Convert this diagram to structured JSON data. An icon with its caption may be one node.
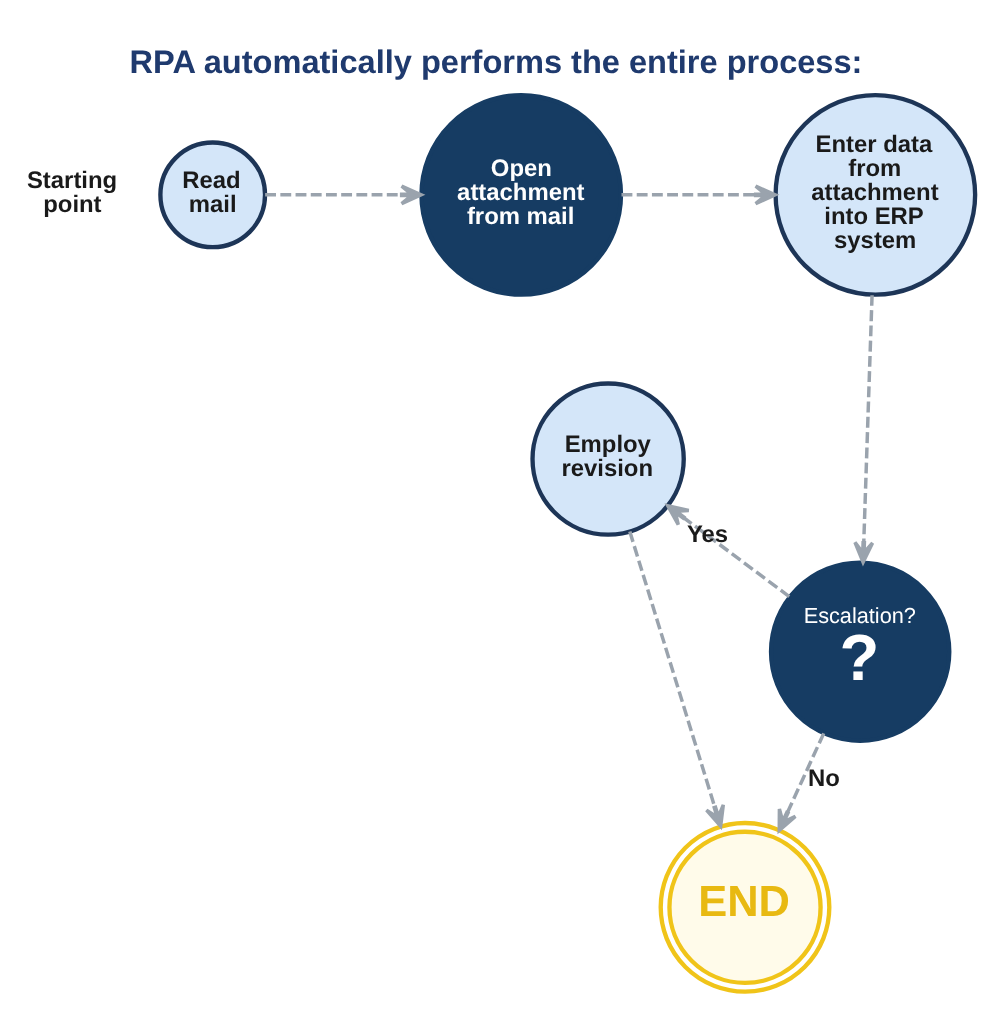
{
  "diagram": {
    "title": "RPA automatically performs the entire process:",
    "nodes": [
      {
        "text": [
          "Read mail"
        ],
        "beside": [
          "Starting point"
        ]
      },
      {
        "text": [
          "Open attachment from mail"
        ]
      },
      {
        "text": [
          "Enter data from attachment into ERP system"
        ]
      },
      {
        "text": [
          "Employ revision"
        ]
      },
      {
        "text": [
          "Escalation?",
          "?"
        ]
      },
      {
        "text": [
          "END"
        ]
      }
    ],
    "edges": [
      {
        "from": 0,
        "to": 1,
        "arrow": "to",
        "style": "dashed"
      },
      {
        "from": 1,
        "to": 2,
        "arrow": "to",
        "style": "dashed"
      },
      {
        "from": 2,
        "to": 4,
        "arrow": "to",
        "style": "dashed"
      },
      {
        "from": 4,
        "to": 3,
        "label": "Yes",
        "arrow": "to",
        "style": "dashed"
      },
      {
        "from": 4,
        "to": 5,
        "label": "No",
        "arrow": "to",
        "style": "dashed"
      },
      {
        "from": 3,
        "to": 5,
        "arrow": "to",
        "style": "dashed"
      }
    ]
  }
}
